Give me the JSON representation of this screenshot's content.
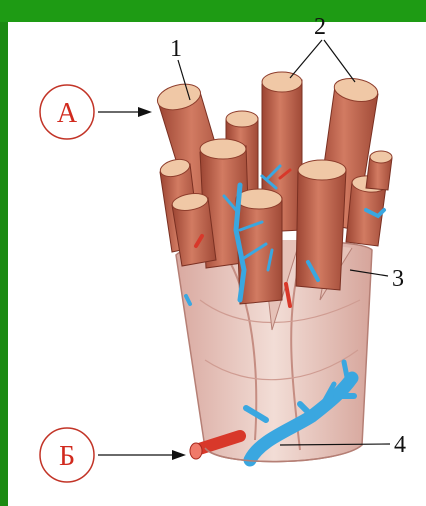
{
  "colors": {
    "background": "#1b8a12",
    "panel": "#ffffff",
    "muscle": "#c96b55",
    "muscle_dark": "#8e3d2c",
    "muscle_cut": "#f0c8a6",
    "vein": "#3aa7e0",
    "artery": "#d8382a",
    "sheath": "#e8c7bd",
    "circle_label": "#d12a1e"
  },
  "labels": {
    "a": "А",
    "b": "Б",
    "n1": "1",
    "n2": "2",
    "n3": "3",
    "n4": "4"
  }
}
